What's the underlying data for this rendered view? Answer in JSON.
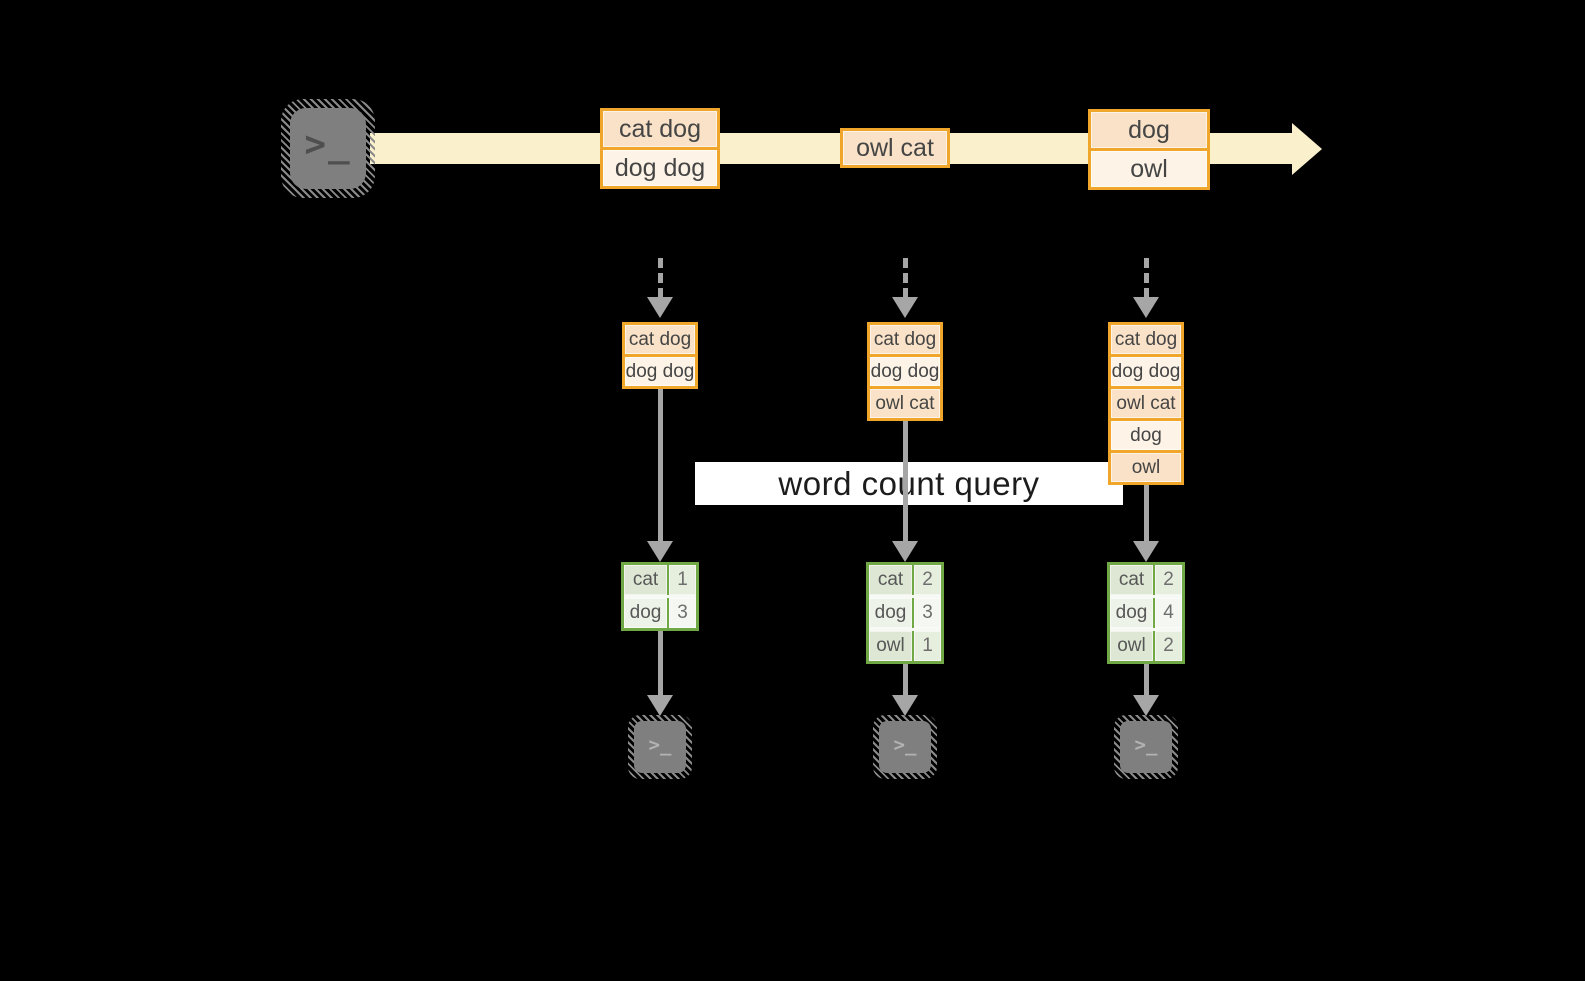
{
  "banner": {
    "label": "word count query"
  },
  "icons": {
    "terminal_glyph": ">_"
  },
  "colors": {
    "background": "#000000",
    "stream_band": "#FBF0CC",
    "event_border": "#F0A52B",
    "event_fill_dark": "#F9E2C7",
    "event_fill_light": "#FDF3E6",
    "table_border": "#6FA845",
    "table_fill_dark": "#DDE7D3",
    "table_fill_light": "#EEF3E9",
    "arrow_gray": "#A6A6A6",
    "terminal_gray": "#7F7F7F"
  },
  "stream": {
    "events": [
      {
        "lines": [
          "cat dog",
          "dog dog"
        ]
      },
      {
        "lines": [
          "owl cat"
        ]
      },
      {
        "lines": [
          "dog",
          "owl"
        ]
      }
    ]
  },
  "snapshots": [
    {
      "buffer": [
        "cat dog",
        "dog dog"
      ],
      "counts": [
        {
          "word": "cat",
          "n": "1"
        },
        {
          "word": "dog",
          "n": "3"
        }
      ]
    },
    {
      "buffer": [
        "cat dog",
        "dog dog",
        "owl cat"
      ],
      "counts": [
        {
          "word": "cat",
          "n": "2"
        },
        {
          "word": "dog",
          "n": "3"
        },
        {
          "word": "owl",
          "n": "1"
        }
      ]
    },
    {
      "buffer": [
        "cat dog",
        "dog dog",
        "owl cat",
        "dog",
        "owl"
      ],
      "counts": [
        {
          "word": "cat",
          "n": "2"
        },
        {
          "word": "dog",
          "n": "4"
        },
        {
          "word": "owl",
          "n": "2"
        }
      ]
    }
  ]
}
